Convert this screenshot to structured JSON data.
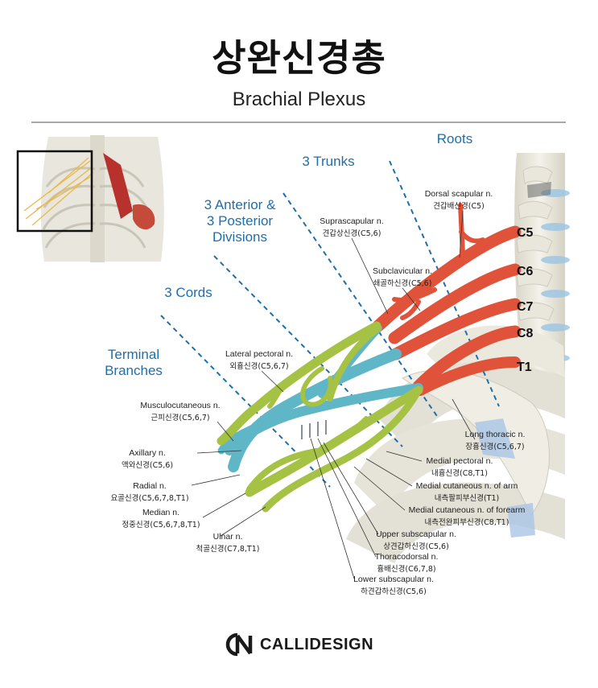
{
  "title": "상완신경총",
  "subtitle": "Brachial Plexus",
  "sections": {
    "roots": "Roots",
    "trunks": "3 Trunks",
    "divisions_1": "3 Anterior &",
    "divisions_2": "3 Posterior",
    "divisions_3": "Divisions",
    "cords": "3 Cords",
    "terminal_1": "Terminal",
    "terminal_2": "Branches"
  },
  "roots": [
    "C5",
    "C6",
    "C7",
    "C8",
    "T1"
  ],
  "nerves": {
    "dorsal_scapular": {
      "en": "Dorsal scapular n.",
      "ko": "견갑배신경(C5)"
    },
    "suprascapular": {
      "en": "Suprascapular n.",
      "ko": "견갑상신경(C5,6)"
    },
    "subclavicular": {
      "en": "Subclavicular n.",
      "ko": "쇄골하신경(C5,6)"
    },
    "lateral_pectoral": {
      "en": "Lateral pectoral n.",
      "ko": "외흉신경(C5,6,7)"
    },
    "musculocutaneous": {
      "en": "Musculocutaneous n.",
      "ko": "근피신경(C5,6,7)"
    },
    "axillary": {
      "en": "Axillary n.",
      "ko": "액와신경(C5,6)"
    },
    "radial": {
      "en": "Radial n.",
      "ko": "요골신경(C5,6,7,8,T1)"
    },
    "median": {
      "en": "Median n.",
      "ko": "정중신경(C5,6,7,8,T1)"
    },
    "ulnar": {
      "en": "Ulnar n.",
      "ko": "척골신경(C7,8,T1)"
    },
    "long_thoracic": {
      "en": "Long thoracic n.",
      "ko": "장흉신경(C5,6,7)"
    },
    "medial_pectoral": {
      "en": "Medial pectoral n.",
      "ko": "내흉신경(C8,T1)"
    },
    "medial_cut_arm": {
      "en": "Medial cutaneous n. of arm",
      "ko": "내측팔피부신경(T1)"
    },
    "medial_cut_forearm": {
      "en": "Medial cutaneous n. of forearm",
      "ko": "내측전완피부신경(C8,T1)"
    },
    "upper_subscapular": {
      "en": "Upper subscapular n.",
      "ko": "상견갑하신경(C5,6)"
    },
    "thoracodorsal": {
      "en": "Thoracodorsal n.",
      "ko": "흉배신경(C6,7,8)"
    },
    "lower_subscapular": {
      "en": "Lower subscapular n.",
      "ko": "하견갑하신경(C5,6)"
    }
  },
  "footer": {
    "brand": "CALLIDESIGN"
  },
  "colors": {
    "root_red": "#e0533a",
    "division_blue": "#5fb6c6",
    "cord_green": "#a6c244",
    "label_blue": "#1f6fa8",
    "bone": "#ece9df"
  }
}
